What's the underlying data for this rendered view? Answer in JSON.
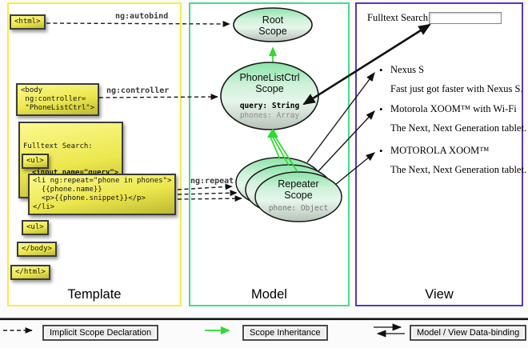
{
  "diagram": {
    "panels": {
      "template": {
        "label": "Template"
      },
      "model": {
        "label": "Model"
      },
      "view": {
        "label": "View"
      }
    },
    "template": {
      "html_open": "<html>",
      "body_open": "<body\n ng:controller=\n \"PhoneListCtrl\">",
      "fulltext_label": "Fulltext Search:",
      "fulltext_input": "  <input name=\"query\">",
      "ul_open": "<ul>",
      "li_repeat": "<li ng:repeat=\"phone in phones\">\n  {{phone.name}}\n  <p>{{phone.snippet}}</p>\n</li>",
      "ul_close": "<ul>",
      "body_close": "</body>",
      "html_close": "</html>"
    },
    "arrow_labels": {
      "autobind": "ng:autobind",
      "controller": "ng:controller",
      "repeat": "ng:repeat"
    },
    "model": {
      "root_scope_title": "Root\nScope",
      "phonelist_title": "PhoneListCtrl\nScope",
      "phonelist_prop_query": "query: String",
      "phonelist_prop_phones": "phones: Array",
      "repeater_title": "Repeater\nScope",
      "repeater_prop_phone": "phone: Object"
    },
    "view": {
      "search_label": "Fulltext Search:",
      "search_value": "",
      "bullet": "•",
      "items": [
        {
          "name": "Nexus S",
          "desc": "Fast just got faster with Nexus S."
        },
        {
          "name": "Motorola XOOM™  with Wi-Fi",
          "desc": "The Next, Next Generation tablet."
        },
        {
          "name": "MOTOROLA XOOM™",
          "desc": "The Next, Next Generation tablet."
        }
      ]
    }
  },
  "legend": {
    "implicit": "Implicit Scope Declaration",
    "inheritance": "Scope Inheritance",
    "databinding": "Model / View Data-binding"
  },
  "colors": {
    "template_border": "#f3ef45",
    "model_border": "#3fe087",
    "view_border": "#5a35c8",
    "inheritance_green": "#29dd29",
    "scope_fill_top": "#8ae4a8",
    "scope_fill_bottom": "#b7c2b9"
  }
}
